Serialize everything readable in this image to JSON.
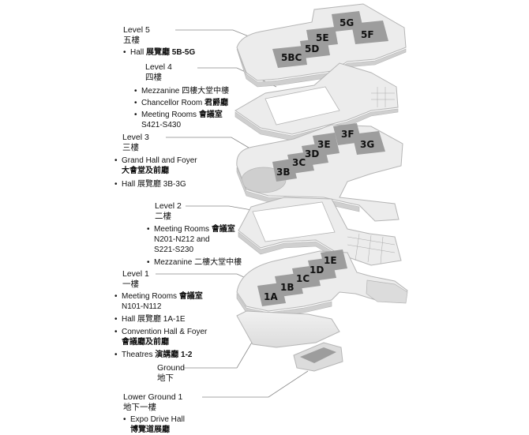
{
  "levels": {
    "l5": {
      "title": "Level 5",
      "cn": "五樓",
      "items": [
        {
          "text": "Hall ",
          "bold": "展覽廳 5B-5G"
        }
      ]
    },
    "l4": {
      "title": "Level 4",
      "cn": "四樓",
      "items": [
        {
          "text": "Mezzanine 四樓大堂中樓"
        },
        {
          "text": "Chancellor Room ",
          "bold": "君爵廳"
        },
        {
          "text": "Meeting Rooms ",
          "bold": "會議室",
          "cont": "S421-S430"
        }
      ]
    },
    "l3": {
      "title": "Level 3",
      "cn": "三樓",
      "items": [
        {
          "text": "Grand Hall and Foyer",
          "cont_bold": "大會堂及前廳"
        },
        {
          "text": "Hall 展覽廳 3B-3G"
        }
      ]
    },
    "l2": {
      "title": "Level 2",
      "cn": "二樓",
      "items": [
        {
          "text": "Meeting Rooms ",
          "bold": "會議室",
          "cont": "N201-N212 and",
          "cont2": "S221-S230"
        },
        {
          "text": "Mezzanine  二樓大堂中樓"
        }
      ]
    },
    "l1": {
      "title": "Level 1",
      "cn": "一樓",
      "items": [
        {
          "text": "Meeting Rooms ",
          "bold": "會議室",
          "cont": "N101-N112"
        },
        {
          "text": "Hall 展覽廳 1A-1E"
        },
        {
          "text": "Convention Hall & Foyer",
          "cont_bold": "會議廳及前廳"
        },
        {
          "text": "Theatres ",
          "bold": "演講廳 1-2"
        }
      ]
    },
    "g": {
      "title": "Ground",
      "cn": "地下"
    },
    "lg": {
      "title": "Lower Ground 1",
      "cn": "地下一樓",
      "items": [
        {
          "text": "Expo Drive Hall",
          "cont_bold": "博覽道展廳"
        }
      ]
    }
  },
  "halls": {
    "l5": [
      "5BC",
      "5D",
      "5E",
      "5F",
      "5G"
    ],
    "l3": [
      "3B",
      "3C",
      "3D",
      "3E",
      "3F",
      "3G"
    ],
    "l1": [
      "1A",
      "1B",
      "1C",
      "1D",
      "1E"
    ]
  },
  "colors": {
    "floor": "#ececec",
    "floor_edge": "#b5b5b5",
    "hall": "#9d9d9d",
    "leader": "#888888"
  }
}
